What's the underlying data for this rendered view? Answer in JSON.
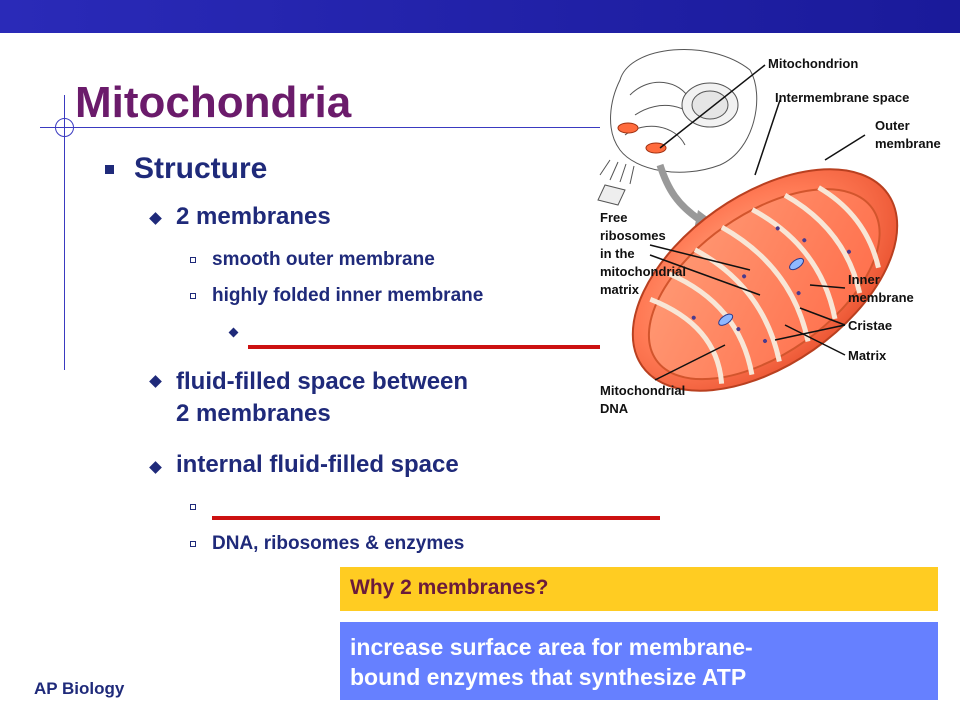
{
  "slide": {
    "title": "Mitochondria",
    "footer": "AP Biology",
    "bullets": {
      "l1": "Structure",
      "membranes": "2 membranes",
      "outer": "smooth outer membrane",
      "inner": "highly folded inner membrane",
      "fluid_between": "fluid-filled space between 2 membranes",
      "fluid_between_line1": "fluid-filled space between",
      "fluid_between_line2": "2 membranes",
      "internal": "internal fluid-filled space",
      "contents": "DNA, ribosomes & enzymes"
    },
    "question": "Why 2 membranes?",
    "answer_line1": "increase surface area for membrane-",
    "answer_line2": "bound enzymes that synthesize ATP"
  },
  "diagram": {
    "labels": {
      "mitochondrion": "Mitochondrion",
      "intermembrane": "Intermembrane space",
      "outer1": "Outer",
      "outer2": "membrane",
      "free1": "Free",
      "free2": "ribosomes",
      "free3": "in the",
      "free4": "mitochondrial",
      "free5": "matrix",
      "inner1": "Inner",
      "inner2": "membrane",
      "cristae": "Cristae",
      "matrix": "Matrix",
      "dna1": "Mitochondrial",
      "dna2": "DNA"
    }
  },
  "colors": {
    "band": "#1f1fa8",
    "title": "#6b1b6b",
    "text": "#1f2a7a",
    "blank": "#cc1111",
    "question_bg": "#ffcc22",
    "answer_bg": "#6680ff"
  }
}
